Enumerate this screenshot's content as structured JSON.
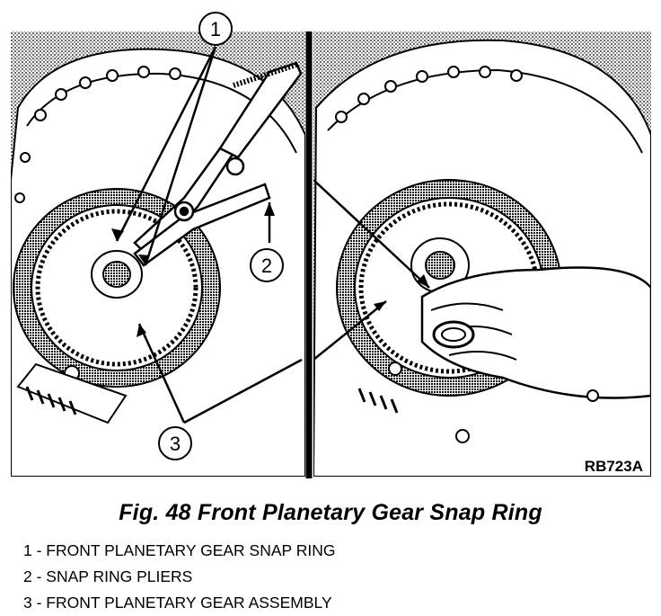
{
  "figure": {
    "code": "RB723A",
    "callouts": [
      "1",
      "2",
      "3"
    ]
  },
  "caption": "Fig. 48 Front Planetary Gear Snap Ring",
  "legend": [
    {
      "number": "1",
      "separator": " - ",
      "text": "FRONT PLANETARY GEAR SNAP RING"
    },
    {
      "number": "2",
      "separator": " - ",
      "text": "SNAP RING PLIERS"
    },
    {
      "number": "3",
      "separator": " - ",
      "text": "FRONT PLANETARY GEAR ASSEMBLY"
    }
  ]
}
